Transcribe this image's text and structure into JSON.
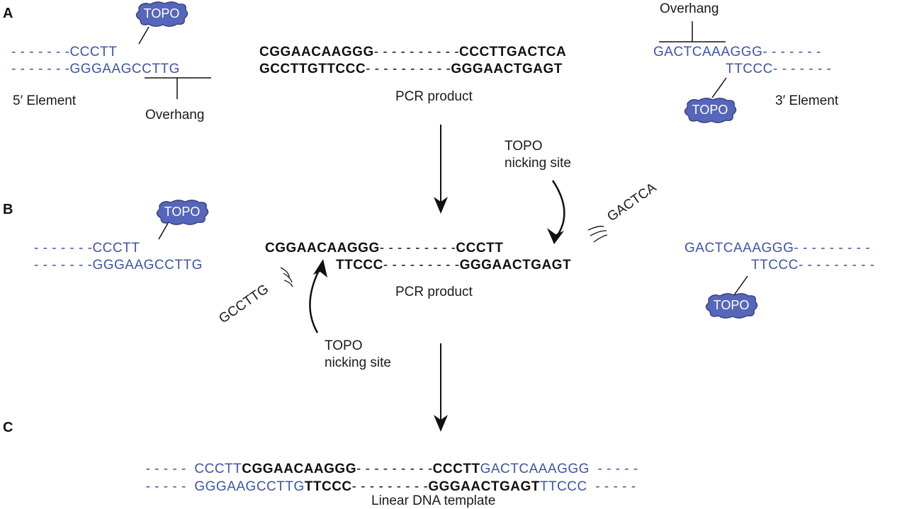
{
  "colors": {
    "element_blue": "#3b55a8",
    "pcr_black": "#111111",
    "topo_fill": "#5566bb"
  },
  "panels": {
    "a": {
      "label": "A",
      "left_element": {
        "top": "- - - - - - -CCCTT",
        "bottom": "- - - - - - -GGGAAGCCTTG",
        "name": "5′ Element",
        "overhang": "Overhang",
        "topo": "TOPO"
      },
      "pcr": {
        "top_left": "CGGAACAAGGG",
        "top_dash": "- - - - - - - - - -",
        "top_right": "CCCTTGACTCA",
        "bottom_left": "GCCTTGTTCCC",
        "bottom_dash": "- - - - - - - - - -",
        "bottom_right": "GGGAACTGAGT",
        "name": "PCR product"
      },
      "right_element": {
        "top": "GACTCAAAGGG- - - - - - -",
        "bottom": "TTCCC- - - - - - -",
        "name": "3′ Element",
        "overhang": "Overhang",
        "topo": "TOPO"
      }
    },
    "b": {
      "label": "B",
      "left_element": {
        "top": "- - - - - - -CCCTT",
        "bottom": "- - - - - - -GGGAAGCCTTG",
        "topo": "TOPO"
      },
      "pcr": {
        "top_left": "CGGAACAAGGG",
        "top_dash": "- - - - - - - - -",
        "top_right": "CCCTT",
        "bottom_left": "TTCCC",
        "bottom_dash": "- - - - - - - - -",
        "bottom_right": "GGGAACTGAGT",
        "name": "PCR product"
      },
      "cleaved_left": "GCCTTG",
      "cleaved_right": "GACTCA",
      "nick_label_top": [
        "TOPO",
        "nicking site"
      ],
      "nick_label_bottom": [
        "TOPO",
        "nicking site"
      ],
      "right_element": {
        "top": "GACTCAAAGGG- - - - - - - - -",
        "bottom": "TTCCC- - - - - - - - -",
        "topo": "TOPO"
      }
    },
    "c": {
      "label": "C",
      "top": [
        {
          "text": "- - - - -  CCCTT",
          "style": "blue"
        },
        {
          "text": "CGGAACAAGGG",
          "style": "black"
        },
        {
          "text": "- - - - - - - - -",
          "style": "black-dash"
        },
        {
          "text": "CCCTT",
          "style": "black"
        },
        {
          "text": "GACTCAAAGGG  - - - - -",
          "style": "blue"
        }
      ],
      "bottom": [
        {
          "text": "- - - - -  GGGAAGCCTTG",
          "style": "blue"
        },
        {
          "text": "TTCCC",
          "style": "black"
        },
        {
          "text": "- - - - - - - - -",
          "style": "black-dash"
        },
        {
          "text": "GGGAACTGAGT",
          "style": "black"
        },
        {
          "text": "TTCCC  - - - - -",
          "style": "blue"
        }
      ],
      "name": "Linear DNA template"
    }
  }
}
